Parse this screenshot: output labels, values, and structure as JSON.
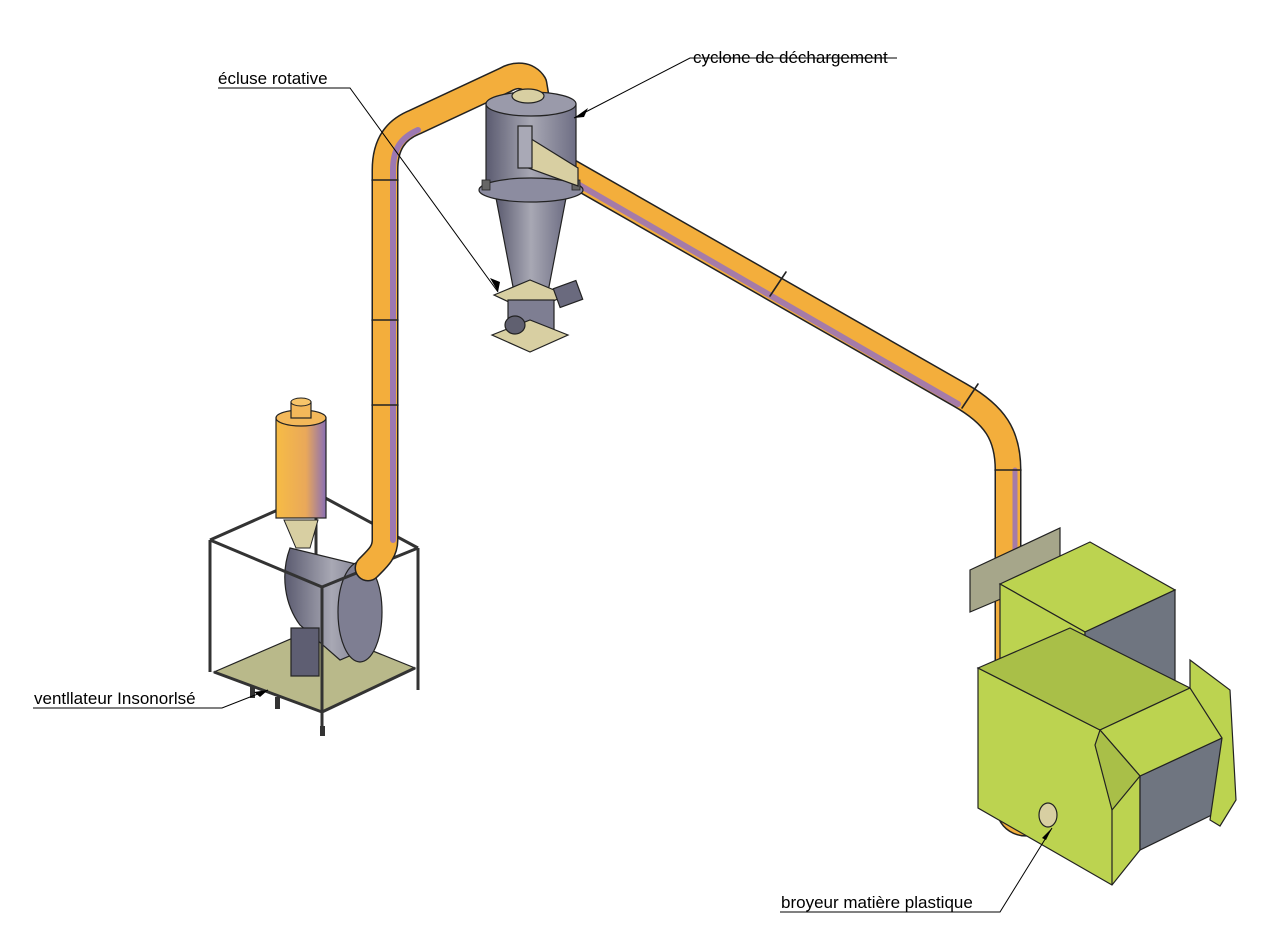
{
  "labels": {
    "rotary_valve": "écluse rotative",
    "cyclone": "cyclone de déchargement",
    "fan": "ventllateur Insonorlsé",
    "shredder": "broyeur matière plastique"
  },
  "colors": {
    "pipe": "#F5B335",
    "pipe_dark": "#8F6FAE",
    "steel": "#8E8E9E",
    "steel_dark": "#55556A",
    "shredder_green": "#BCD350",
    "shredder_grey": "#6F7580",
    "frame_floor": "#B9B98A",
    "flange": "#D8CFA2"
  }
}
